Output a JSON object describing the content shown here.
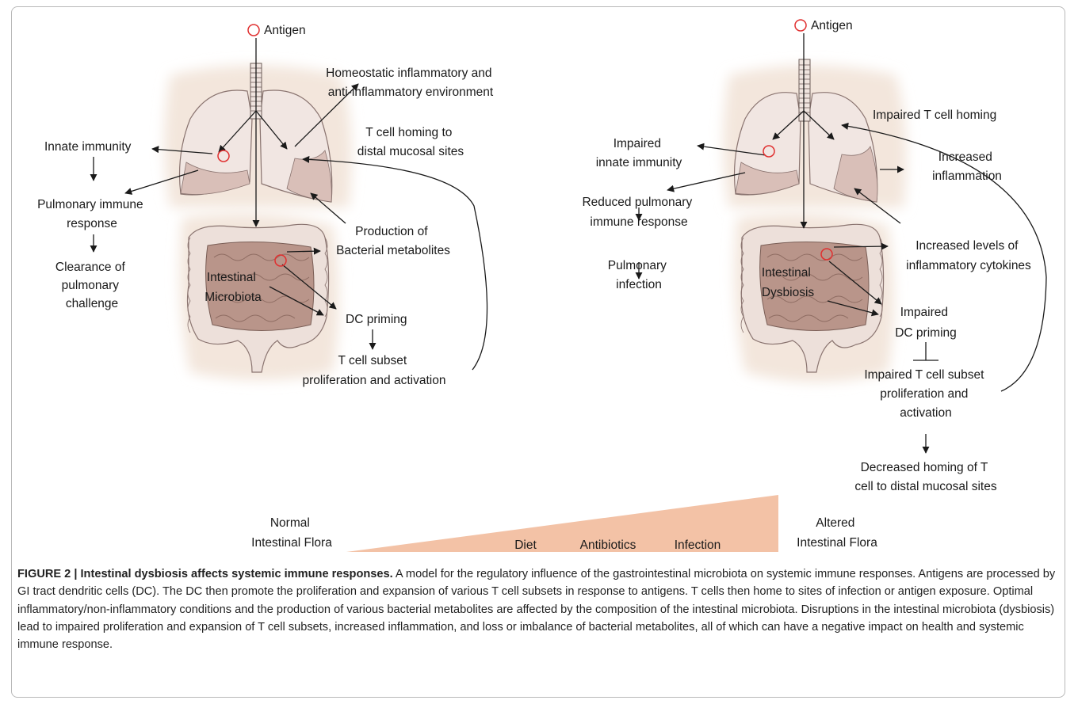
{
  "figure": {
    "caption_title": "FIGURE 2 | Intestinal dysbiosis affects systemic immune responses.",
    "caption_text": " A model for the regulatory influence of the gastrointestinal microbiota on systemic immune responses. Antigens are processed by GI tract dendritic cells (DC). The DC then promote the proliferation and expansion of various T cell subsets in response to antigens. T cells then home to sites of infection or antigen exposure. Optimal inflammatory/non-inflammatory conditions and the production of various bacterial metabolites are affected by the composition of the intestinal microbiota. Disruptions in the intestinal microbiota (dysbiosis) lead to impaired proliferation and expansion of T cell subsets, increased inflammation, and loss or imbalance of bacterial metabolites, all of which can have a negative impact on health and systemic immune response."
  },
  "left_panel": {
    "antigen": "Antigen",
    "homeostatic": [
      "Homeostatic inflammatory and",
      "anti-inflammatory environment"
    ],
    "t_homing": [
      "T cell homing to",
      "distal mucosal sites"
    ],
    "innate": "Innate immunity",
    "pulmonary_response": [
      "Pulmonary immune",
      "response"
    ],
    "clearance": [
      "Clearance of",
      "pulmonary",
      "challenge"
    ],
    "production": [
      "Production of",
      "Bacterial metabolites"
    ],
    "intestinal": [
      "Intestinal",
      "Microbiota"
    ],
    "dc_priming": "DC priming",
    "t_subset": [
      "T cell subset",
      "proliferation and activation"
    ]
  },
  "right_panel": {
    "antigen": "Antigen",
    "impaired_homing": "Impaired T cell homing",
    "impaired_innate": [
      "Impaired",
      "innate immunity"
    ],
    "increased_inflammation": [
      "Increased",
      "inflammation"
    ],
    "reduced_response": [
      "Reduced pulmonary",
      "immune response"
    ],
    "pulmonary_infection": [
      "Pulmonary",
      "infection"
    ],
    "cytokines": [
      "Increased levels of",
      "inflammatory cytokines"
    ],
    "intestinal": [
      "Intestinal",
      "Dysbiosis"
    ],
    "impaired_dc": [
      "Impaired",
      "DC priming"
    ],
    "impaired_t_subset": [
      "Impaired T cell subset",
      "proliferation and",
      "activation"
    ],
    "decreased_homing": [
      "Decreased homing of T",
      "cell to distal mucosal sites"
    ]
  },
  "gradient": {
    "normal": [
      "Normal",
      "Intestinal Flora"
    ],
    "altered": [
      "Altered",
      "Intestinal Flora"
    ],
    "factors": [
      "Diet",
      "Antibiotics",
      "Infection"
    ],
    "color": "#f3c2a6"
  },
  "colors": {
    "tissue_bg": "#f3e6dc",
    "lung_fill": "#f1e6e2",
    "lung_lobe": "#d9bfb8",
    "gut_fill": "#ede0da",
    "gut_inner": "#b9958a",
    "antigen_circle": "#e03030"
  }
}
